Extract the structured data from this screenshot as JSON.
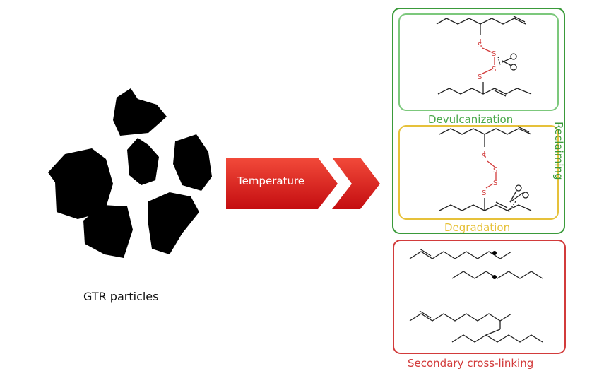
{
  "labels": {
    "gtr": "GTR particles",
    "temperature": "Temperature",
    "devulcanization": "Devulcanization",
    "degradation": "Degradation",
    "reclaiming": "Reclaiming",
    "secondary": "Secondary cross-linking",
    "sulfur": "S"
  },
  "colors": {
    "green": "#4aa84a",
    "dark_green": "#3a9a3a",
    "yellow": "#e6c13a",
    "red": "#d23b3b",
    "arrow_red": "#e0191b",
    "particle": "#000000"
  },
  "icons": [
    "scissors-icon"
  ]
}
